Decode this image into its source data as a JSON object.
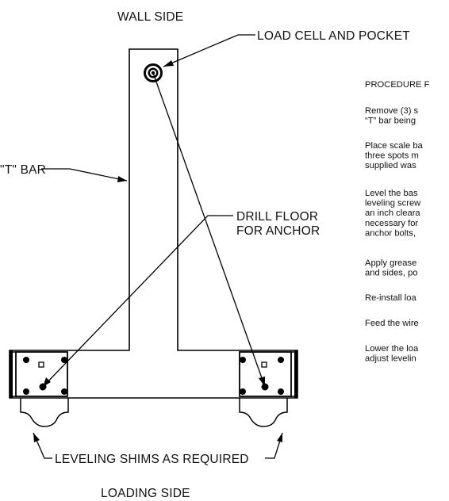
{
  "labels": {
    "wall_side": "WALL SIDE",
    "loading_side": "LOADING SIDE",
    "load_cell": "LOAD CELL AND POCKET",
    "t_bar": "\"T\" BAR",
    "drill_floor_1": "DRILL FLOOR",
    "drill_floor_2": "FOR ANCHOR",
    "leveling_shims": "LEVELING SHIMS AS REQUIRED"
  },
  "procedure": {
    "heading": "PROCEDURE F",
    "lines": [
      [
        "Remove (3) s",
        "“T” bar being"
      ],
      [
        "Place scale ba",
        "three spots m",
        "supplied was"
      ],
      [
        "Level the bas",
        "leveling screw",
        "an inch cleara",
        "necessary for",
        "anchor bolts,"
      ],
      [
        "Apply grease",
        "and sides, po"
      ],
      [
        "Re-install loa"
      ],
      [
        "Feed the wire"
      ],
      [
        "Lower the loa",
        "adjust levelin"
      ]
    ]
  }
}
